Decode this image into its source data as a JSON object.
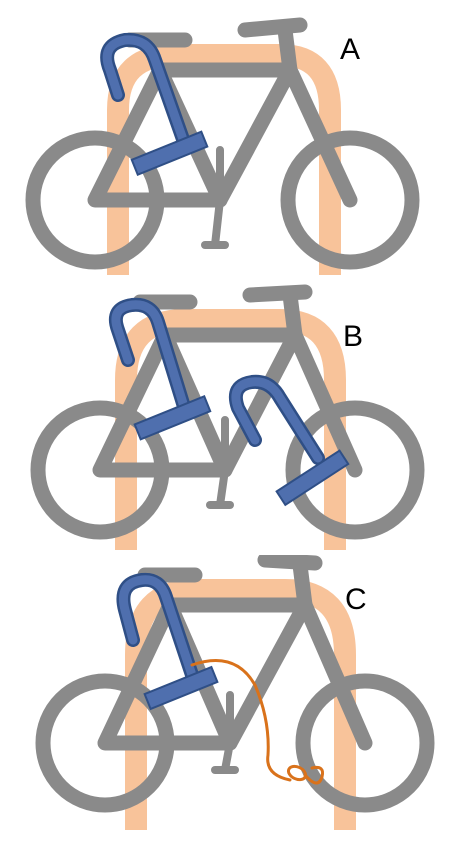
{
  "panels": [
    {
      "label": "A",
      "locks": [
        "u-lock"
      ]
    },
    {
      "label": "B",
      "locks": [
        "u-lock",
        "u-lock"
      ]
    },
    {
      "label": "C",
      "locks": [
        "u-lock",
        "cable-lock"
      ]
    }
  ],
  "colors": {
    "bike": "#8a8a8a",
    "rack": "#f8c39a",
    "u_lock": "#4f6fae",
    "u_lock_edge": "#2f4f86",
    "cable": "#d9721b",
    "label": "#000000"
  },
  "icons": [
    "bicycle-icon",
    "bike-rack-icon",
    "u-lock-icon",
    "cable-lock-icon"
  ]
}
